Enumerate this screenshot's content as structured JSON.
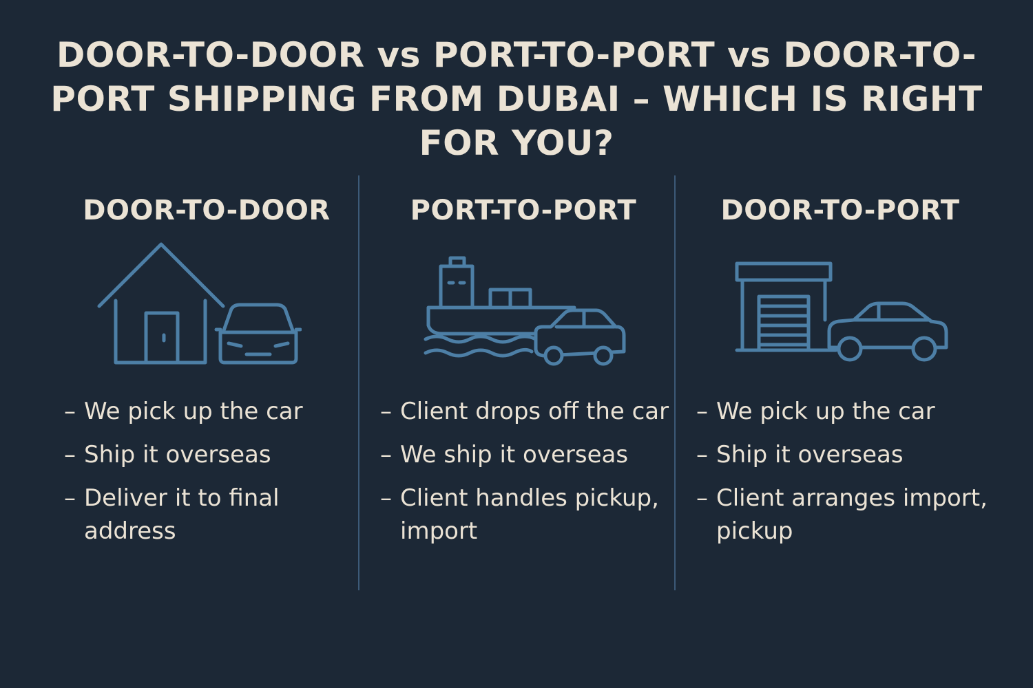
{
  "title": "DOOR-TO-DOOR vs PORT-TO-PORT vs DOOR-TO-PORT SHIPPING FROM DUBAI – WHICH IS RIGHT FOR YOU?",
  "colors": {
    "background": "#1c2836",
    "text": "#ebe3d5",
    "icon_stroke": "#4d7fa6",
    "divider": "#3c5a78"
  },
  "columns": [
    {
      "heading": "DOOR-TO-DOOR",
      "icon": "house-and-car-icon",
      "bullets": [
        "We pick up the car",
        "Ship it overseas",
        "Deliver it to final address"
      ]
    },
    {
      "heading": "PORT-TO-PORT",
      "icon": "cargo-ship-and-car-icon",
      "bullets": [
        "Client drops off the car",
        "We ship it overseas",
        "Client handles pickup, import"
      ]
    },
    {
      "heading": "DOOR-TO-PORT",
      "icon": "warehouse-and-car-icon",
      "bullets": [
        "We pick up the car",
        "Ship it overseas",
        "Client arranges import, pickup"
      ]
    }
  ],
  "bullet_marker": "–"
}
